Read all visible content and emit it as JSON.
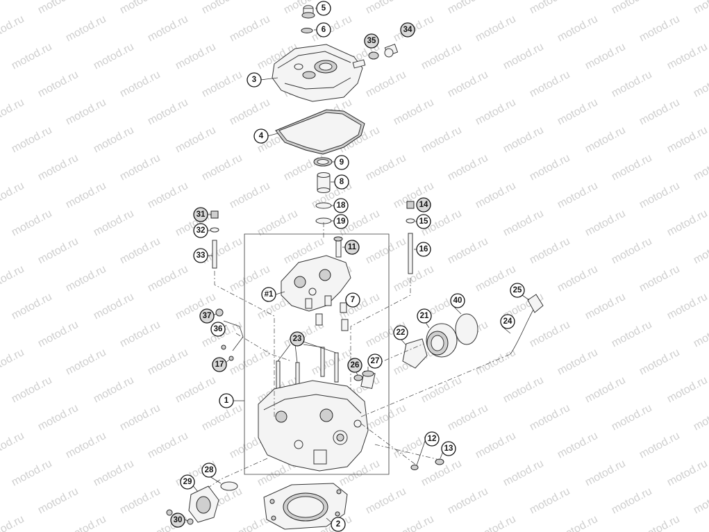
{
  "watermark": "motod.ru",
  "colors": {
    "line": "#333333",
    "watermark": "#cfcfcf",
    "callout_fill": "#ffffff",
    "callout_shaded": "#d9d9d9"
  },
  "callouts": [
    {
      "id": "5",
      "label": "5"
    },
    {
      "id": "6",
      "label": "6"
    },
    {
      "id": "35",
      "label": "35"
    },
    {
      "id": "34",
      "label": "34"
    },
    {
      "id": "3",
      "label": "3"
    },
    {
      "id": "4",
      "label": "4"
    },
    {
      "id": "9",
      "label": "9"
    },
    {
      "id": "8",
      "label": "8"
    },
    {
      "id": "18",
      "label": "18"
    },
    {
      "id": "19",
      "label": "19"
    },
    {
      "id": "31",
      "label": "31"
    },
    {
      "id": "32",
      "label": "32"
    },
    {
      "id": "33",
      "label": "33"
    },
    {
      "id": "14",
      "label": "14"
    },
    {
      "id": "15",
      "label": "15"
    },
    {
      "id": "16",
      "label": "16"
    },
    {
      "id": "11",
      "label": "11"
    },
    {
      "id": "#1",
      "label": "#1"
    },
    {
      "id": "7",
      "label": "7"
    },
    {
      "id": "37",
      "label": "37"
    },
    {
      "id": "36",
      "label": "36"
    },
    {
      "id": "17",
      "label": "17"
    },
    {
      "id": "23",
      "label": "23"
    },
    {
      "id": "21",
      "label": "21"
    },
    {
      "id": "40",
      "label": "40"
    },
    {
      "id": "25",
      "label": "25"
    },
    {
      "id": "24",
      "label": "24"
    },
    {
      "id": "22",
      "label": "22"
    },
    {
      "id": "26",
      "label": "26"
    },
    {
      "id": "27",
      "label": "27"
    },
    {
      "id": "1",
      "label": "1"
    },
    {
      "id": "12",
      "label": "12"
    },
    {
      "id": "13",
      "label": "13"
    },
    {
      "id": "28",
      "label": "28"
    },
    {
      "id": "29",
      "label": "29"
    },
    {
      "id": "30",
      "label": "30"
    },
    {
      "id": "2",
      "label": "2"
    }
  ]
}
